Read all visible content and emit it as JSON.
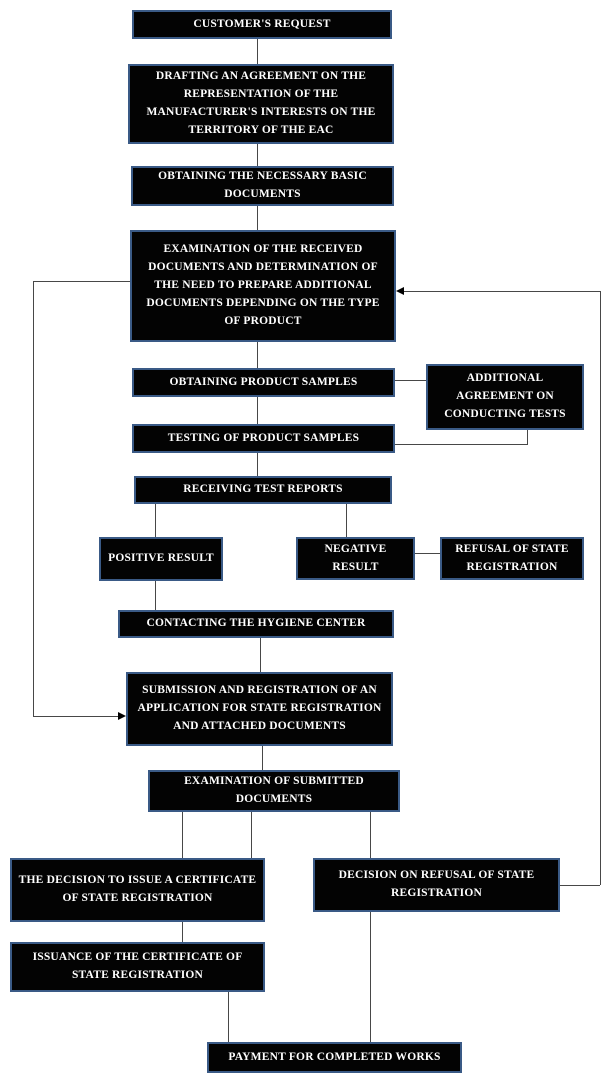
{
  "diagram": {
    "type": "flowchart",
    "nodes": {
      "customer_request": "CUSTOMER'S REQUEST",
      "drafting_agreement": "DRAFTING AN AGREEMENT ON THE REPRESENTATION OF THE MANUFACTURER'S INTERESTS ON THE TERRITORY OF THE EAC",
      "obtaining_basic_documents": "OBTAINING THE NECESSARY BASIC DOCUMENTS",
      "examination_received_documents": "EXAMINATION OF THE RECEIVED DOCUMENTS AND DETERMINATION OF THE NEED TO PREPARE ADDITIONAL DOCUMENTS DEPENDING ON THE TYPE OF PRODUCT",
      "obtaining_product_samples": "OBTAINING PRODUCT SAMPLES",
      "additional_agreement": "ADDITIONAL AGREEMENT ON CONDUCTING TESTS",
      "testing_product_samples": "TESTING OF PRODUCT SAMPLES",
      "receiving_test_reports": "RECEIVING TEST REPORTS",
      "positive_result": "POSITIVE RESULT",
      "negative_result": "NEGATIVE RESULT",
      "refusal_state_registration": "REFUSAL OF STATE REGISTRATION",
      "contacting_hygiene_center": "CONTACTING THE HYGIENE CENTER",
      "submission_application": "SUBMISSION AND REGISTRATION OF AN APPLICATION FOR STATE REGISTRATION AND ATTACHED DOCUMENTS",
      "examination_submitted_documents": "EXAMINATION OF SUBMITTED DOCUMENTS",
      "decision_issue_certificate": "THE DECISION TO ISSUE A CERTIFICATE OF STATE REGISTRATION",
      "decision_refusal_registration": "DECISION ON REFUSAL OF STATE REGISTRATION",
      "issuance_certificate": "ISSUANCE OF THE CERTIFICATE OF STATE REGISTRATION",
      "payment_completed_works": "PAYMENT FOR COMPLETED WORKS"
    },
    "colors": {
      "box_fill": "#030303",
      "box_border": "#3a5a86",
      "text": "#ffffff",
      "connector": "#474747",
      "background": "#ffffff"
    }
  }
}
